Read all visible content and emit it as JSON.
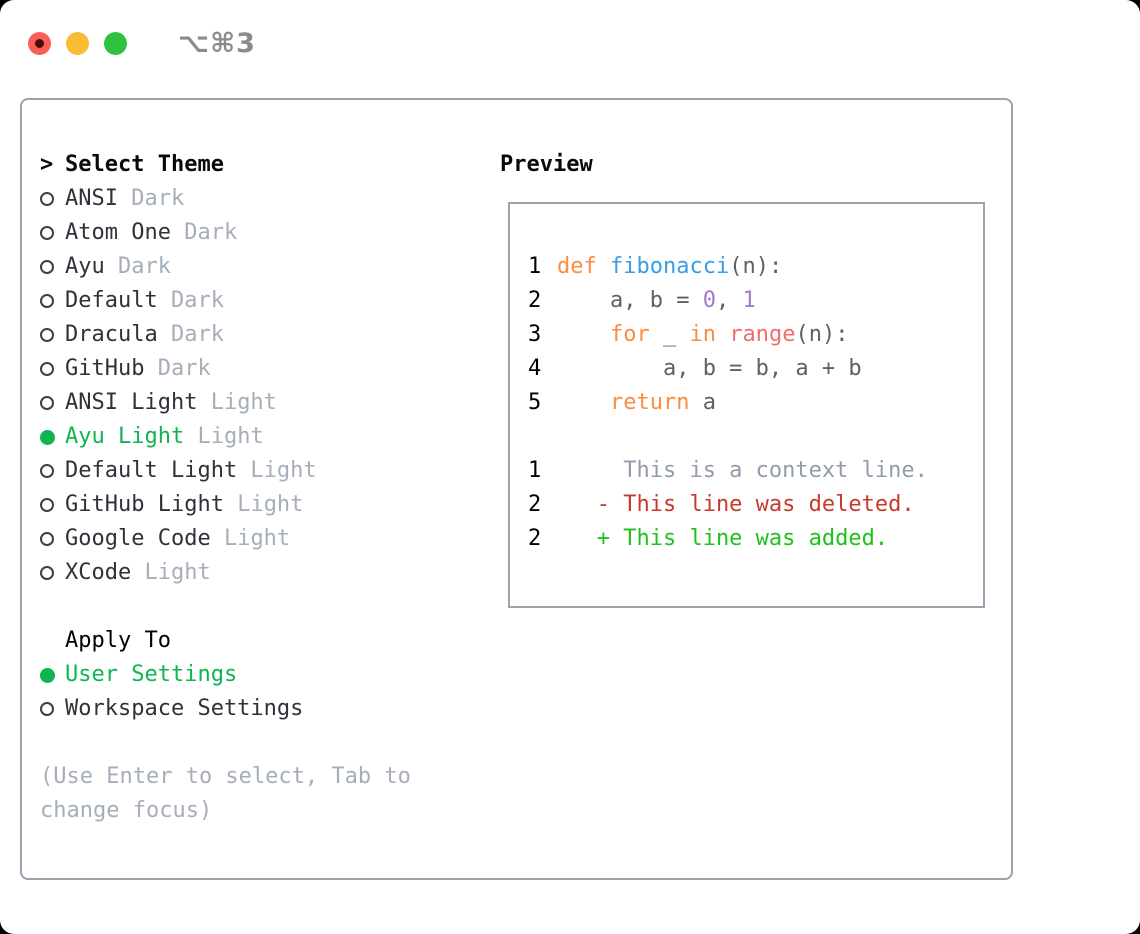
{
  "window": {
    "shortcut_label": "⌥⌘3"
  },
  "colors": {
    "accent_green": "#0fb551",
    "panel_border": "#9aa4ae",
    "header_text": "#0a0a0a",
    "item_text": "#2e333a",
    "variant_text": "#a6aeb9",
    "hint_text": "#a6aeb9",
    "radio_ring": "#3a4047",
    "traffic_red": "#f95f57",
    "traffic_red_dot": "#4e0d08",
    "traffic_yellow": "#f9bd35",
    "traffic_green": "#2fc23f",
    "shortcut_gray": "#8b8b8b",
    "code": {
      "fg": "#5c6166",
      "line_number": "#9aa4b1",
      "keyword": "#fa8d3e",
      "function": "#399ee6",
      "constant": "#a37acc",
      "special": "#f26d6d",
      "context": "#939ca8",
      "deleted": "#c7392a",
      "added": "#1ec11e"
    }
  },
  "theme_picker": {
    "prompt": ">",
    "title": "Select Theme",
    "items": [
      {
        "name": "ANSI",
        "variant": "Dark",
        "selected": false
      },
      {
        "name": "Atom One",
        "variant": "Dark",
        "selected": false
      },
      {
        "name": "Ayu",
        "variant": "Dark",
        "selected": false
      },
      {
        "name": "Default",
        "variant": "Dark",
        "selected": false
      },
      {
        "name": "Dracula",
        "variant": "Dark",
        "selected": false
      },
      {
        "name": "GitHub",
        "variant": "Dark",
        "selected": false
      },
      {
        "name": "ANSI Light",
        "variant": "Light",
        "selected": false
      },
      {
        "name": "Ayu Light",
        "variant": "Light",
        "selected": true
      },
      {
        "name": "Default Light",
        "variant": "Light",
        "selected": false
      },
      {
        "name": "GitHub Light",
        "variant": "Light",
        "selected": false
      },
      {
        "name": "Google Code",
        "variant": "Light",
        "selected": false
      },
      {
        "name": "XCode",
        "variant": "Light",
        "selected": false
      }
    ],
    "apply_to": {
      "title": "Apply To",
      "options": [
        {
          "label": "User Settings",
          "selected": true
        },
        {
          "label": "Workspace Settings",
          "selected": false
        }
      ]
    },
    "hint_lines": [
      "(Use Enter to select, Tab to",
      "change focus)"
    ]
  },
  "preview": {
    "title": "Preview",
    "code_lines": [
      {
        "num": "1",
        "tokens": [
          {
            "t": "def",
            "c": "keyword"
          },
          {
            "t": " ",
            "c": "fg"
          },
          {
            "t": "fibonacci",
            "c": "function"
          },
          {
            "t": "(n):",
            "c": "fg"
          }
        ]
      },
      {
        "num": "2",
        "tokens": [
          {
            "t": "    a, b = ",
            "c": "fg"
          },
          {
            "t": "0",
            "c": "constant"
          },
          {
            "t": ", ",
            "c": "fg"
          },
          {
            "t": "1",
            "c": "constant"
          }
        ]
      },
      {
        "num": "3",
        "tokens": [
          {
            "t": "    ",
            "c": "fg"
          },
          {
            "t": "for",
            "c": "keyword"
          },
          {
            "t": " _ ",
            "c": "fg"
          },
          {
            "t": "in",
            "c": "keyword"
          },
          {
            "t": " ",
            "c": "fg"
          },
          {
            "t": "range",
            "c": "special"
          },
          {
            "t": "(n):",
            "c": "fg"
          }
        ]
      },
      {
        "num": "4",
        "tokens": [
          {
            "t": "        a, b = b, a + b",
            "c": "fg"
          }
        ]
      },
      {
        "num": "5",
        "tokens": [
          {
            "t": "    ",
            "c": "fg"
          },
          {
            "t": "return",
            "c": "keyword"
          },
          {
            "t": " a",
            "c": "fg"
          }
        ]
      },
      {
        "num": "",
        "tokens": []
      },
      {
        "num": "1",
        "tokens": [
          {
            "t": "     This is a context line.",
            "c": "context"
          }
        ]
      },
      {
        "num": "2",
        "tokens": [
          {
            "t": "   - This line was deleted.",
            "c": "deleted"
          }
        ]
      },
      {
        "num": "2",
        "tokens": [
          {
            "t": "   + This line was added.",
            "c": "added"
          }
        ]
      }
    ]
  }
}
